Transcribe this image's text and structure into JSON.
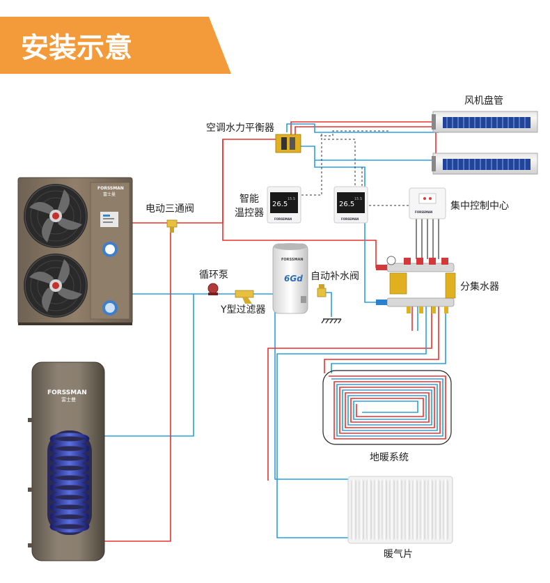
{
  "title": "安装示意",
  "colors": {
    "banner": "#f39a3a",
    "hot_pipe": "#e8312f",
    "cold_pipe": "#2a9de0",
    "signal_line": "#333333",
    "unit_body": "#8b7a66",
    "tank_body": "#7e7466"
  },
  "labels": {
    "fan_coil": "风机盘管",
    "balancer": "空调水力平衡器",
    "smart_thermostat_line1": "智能",
    "smart_thermostat_line2": "温控器",
    "control_center": "集中控制中心",
    "three_way_valve": "电动三通阀",
    "circulation_pump": "循环泵",
    "y_filter": "Y型过滤器",
    "auto_fill_valve": "自动补水阀",
    "manifold": "分集水器",
    "floor_heating": "地暖系统",
    "radiator": "暖气片"
  },
  "device_text": {
    "heat_pump_brand": "FORSSMAN",
    "heat_pump_cn": "富士曼",
    "tank_brand": "FORSSMAN",
    "tank_cn": "富士曼",
    "expansion_tank_brand": "FORSSMAN",
    "expansion_tank_logo": "6Gd",
    "thermostat_temp": "26.5",
    "thermostat_small": "15.5",
    "thermostat_brand": "FORSSMAN",
    "control_center_brand": "FORSSMAN"
  }
}
